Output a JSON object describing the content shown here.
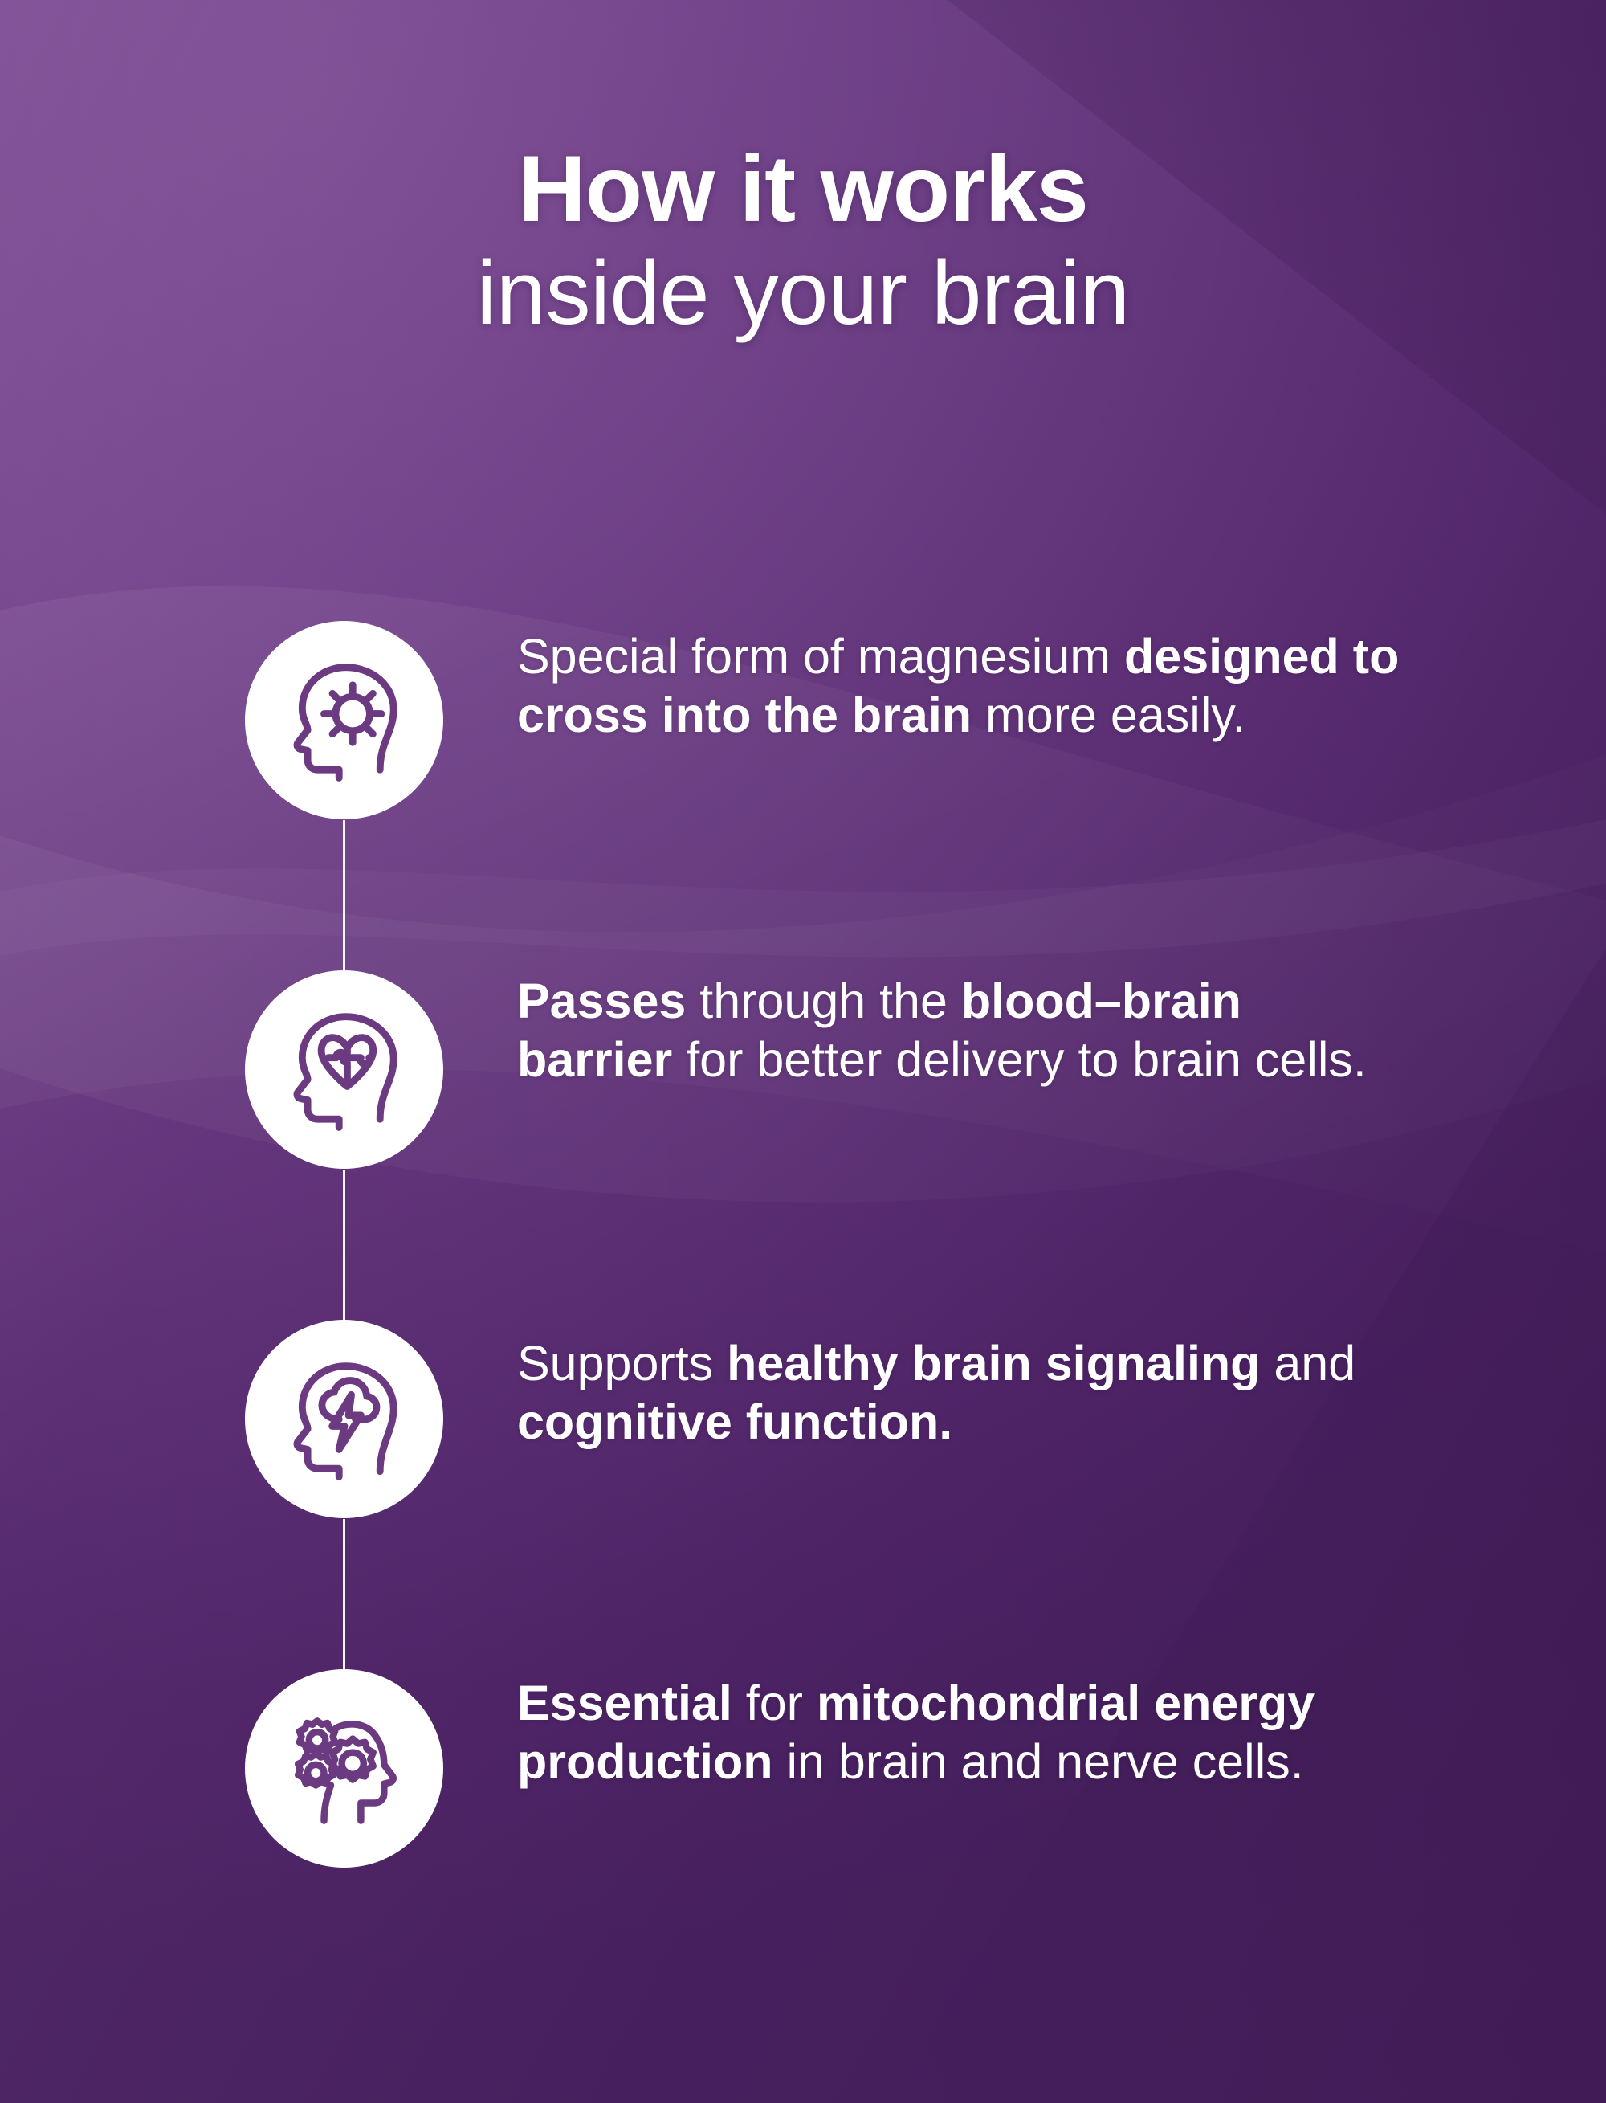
{
  "heading": {
    "line1": "How it works",
    "line2": "inside your brain"
  },
  "colors": {
    "background_top_left": "#7c4c92",
    "background_bottom_right": "#46205e",
    "bubble_fill": "#ffffff",
    "icon_stroke": "#6b3a80",
    "text": "#ffffff",
    "connector": "#ffffff"
  },
  "steps": [
    {
      "icon": "head-with-sun-burst-icon",
      "text_parts": [
        {
          "text": "Special form of magnesium ",
          "bold": false
        },
        {
          "text": "designed to cross into the brain",
          "bold": true
        },
        {
          "text": " more easily.",
          "bold": false
        }
      ],
      "plain_text": "Special form of magnesium designed to cross into the brain more easily."
    },
    {
      "icon": "head-with-heart-puzzle-icon",
      "text_parts": [
        {
          "text": "Passes",
          "bold": true
        },
        {
          "text": " through the ",
          "bold": false
        },
        {
          "text": "blood–brain barrier",
          "bold": true
        },
        {
          "text": " for better delivery to brain cells.",
          "bold": false
        }
      ],
      "plain_text": "Passes through the blood–brain barrier for better delivery to brain cells."
    },
    {
      "icon": "head-with-lightning-cloud-icon",
      "text_parts": [
        {
          "text": "Supports ",
          "bold": false
        },
        {
          "text": "healthy brain signaling",
          "bold": true
        },
        {
          "text": " and ",
          "bold": false
        },
        {
          "text": "cognitive function.",
          "bold": true
        }
      ],
      "plain_text": "Supports healthy brain signaling and cognitive function."
    },
    {
      "icon": "head-with-gears-icon",
      "text_parts": [
        {
          "text": "Essential",
          "bold": true
        },
        {
          "text": " for ",
          "bold": false
        },
        {
          "text": "mitochondrial energy production",
          "bold": true
        },
        {
          "text": " in brain and nerve cells.",
          "bold": false
        }
      ],
      "plain_text": "Essential for mitochondrial energy production in brain and nerve cells."
    }
  ]
}
